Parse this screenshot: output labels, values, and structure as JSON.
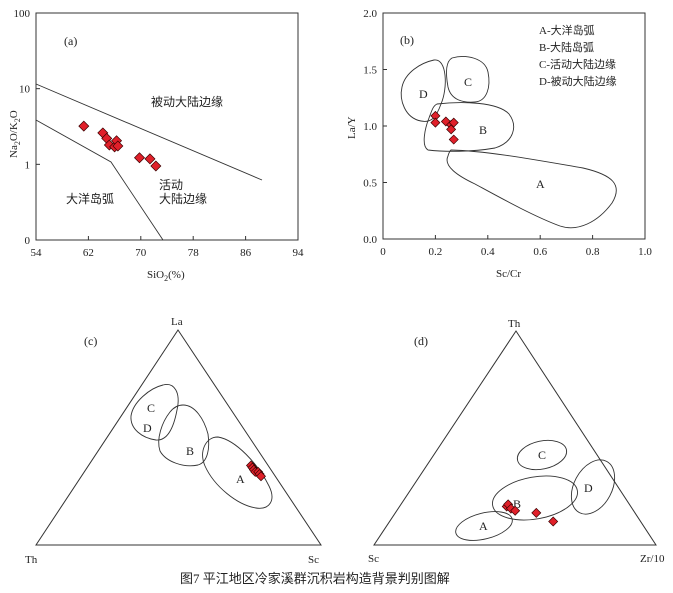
{
  "caption": "图7   平江地区冷家溪群沉积岩构造背景判别图解",
  "chart_data": [
    {
      "type": "scatter",
      "panel": "(a)",
      "xlabel": "SiO2(%)",
      "xlabel_main": "SiO",
      "xlabel_sub": "2",
      "xlabel_unit": "(%)",
      "ylabel": "Na2O/K2O",
      "ylabel_parts": [
        "Na",
        "2",
        "O/K",
        "2",
        "O"
      ],
      "xlim": [
        54,
        94
      ],
      "ylim": [
        0.1,
        100
      ],
      "yscale": "log",
      "xticks": [
        54,
        62,
        70,
        78,
        86,
        94
      ],
      "yticks": [
        {
          "v": 0.1,
          "label": "0"
        },
        {
          "v": 1,
          "label": "1"
        },
        {
          "v": 10,
          "label": "10"
        },
        {
          "v": 100,
          "label": "100"
        }
      ],
      "fields": [
        {
          "label": "被动大陆边缘"
        },
        {
          "label_lines": [
            "活动",
            "大陆边缘"
          ]
        },
        {
          "label": "大洋岛弧"
        }
      ],
      "points": [
        [
          61.3,
          3.2
        ],
        [
          64.2,
          2.6
        ],
        [
          64.8,
          2.2
        ],
        [
          65.2,
          1.8
        ],
        [
          66.0,
          1.7
        ],
        [
          66.3,
          2.05
        ],
        [
          66.5,
          1.75
        ],
        [
          69.8,
          1.22
        ],
        [
          71.4,
          1.18
        ],
        [
          72.3,
          0.95
        ]
      ]
    },
    {
      "type": "scatter",
      "panel": "(b)",
      "xlabel": "Sc/Cr",
      "ylabel": "La/Y",
      "xlim": [
        0,
        1.0
      ],
      "ylim": [
        0,
        2.0
      ],
      "xticks": [
        0,
        0.2,
        0.4,
        0.6,
        0.8,
        1.0
      ],
      "xtick_labels": [
        "0",
        "0.2",
        "0.4",
        "0.6",
        "0.8",
        "1.0"
      ],
      "yticks": [
        0,
        0.5,
        1.0,
        1.5,
        2.0
      ],
      "ytick_labels": [
        "0.0",
        "0.5",
        "1.0",
        "1.5",
        "2.0"
      ],
      "legend": [
        "A-大洋岛弧",
        "B-大陆岛弧",
        "C-活动大陆边缘",
        "D-被动大陆边缘"
      ],
      "fields": [
        "A",
        "B",
        "C",
        "D"
      ],
      "points": [
        [
          0.2,
          1.09
        ],
        [
          0.2,
          1.03
        ],
        [
          0.24,
          1.04
        ],
        [
          0.26,
          1.01
        ],
        [
          0.27,
          1.03
        ],
        [
          0.26,
          0.97
        ],
        [
          0.27,
          0.88
        ]
      ]
    },
    {
      "type": "ternary",
      "panel": "(c)",
      "apexes": {
        "top": "La",
        "left": "Th",
        "right": "Sc"
      },
      "fields": [
        "A",
        "B",
        "C",
        "D"
      ],
      "points": [
        [
          0.37,
          0.06,
          0.57
        ],
        [
          0.36,
          0.06,
          0.58
        ],
        [
          0.35,
          0.06,
          0.59
        ],
        [
          0.34,
          0.06,
          0.6
        ],
        [
          0.34,
          0.05,
          0.61
        ],
        [
          0.33,
          0.05,
          0.62
        ],
        [
          0.32,
          0.05,
          0.63
        ]
      ]
    },
    {
      "type": "ternary",
      "panel": "(d)",
      "apexes": {
        "top": "Th",
        "left": "Sc",
        "right": "Zr/10"
      },
      "fields": [
        "A",
        "B",
        "C",
        "D"
      ],
      "points": [
        [
          0.18,
          0.44,
          0.38
        ],
        [
          0.19,
          0.43,
          0.38
        ],
        [
          0.17,
          0.43,
          0.4
        ],
        [
          0.16,
          0.42,
          0.42
        ],
        [
          0.15,
          0.35,
          0.5
        ],
        [
          0.11,
          0.31,
          0.58
        ]
      ]
    }
  ]
}
